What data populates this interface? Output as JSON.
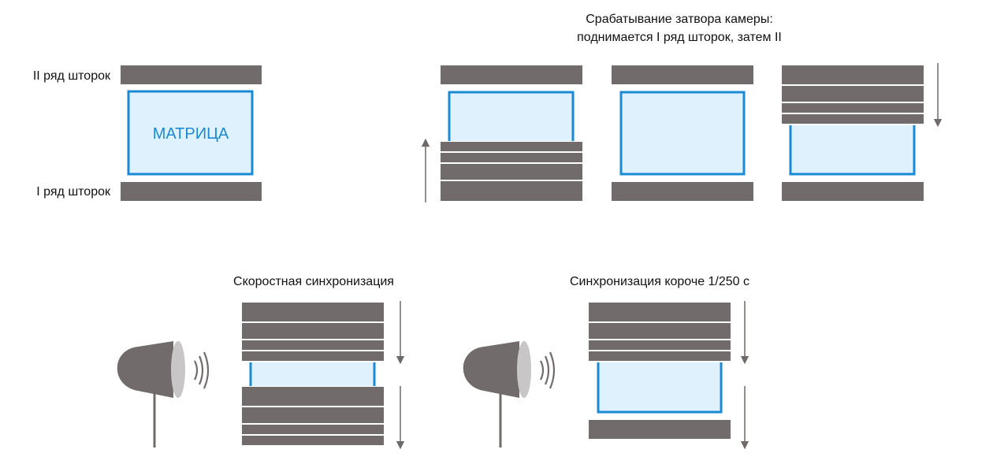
{
  "top": {
    "label_row2": "II ряд шторок",
    "label_row1": "I ряд шторок",
    "matrix_label": "МАТРИЦА",
    "sequence_title_line1": "Срабатывание затвора камеры:",
    "sequence_title_line2": "поднимается I ряд шторок, затем II"
  },
  "bottom": {
    "hss_title": "Скоростная синхронизация",
    "short_sync_title": "Синхронизация короче 1/250 с"
  },
  "colors": {
    "shutter": "#716c6b",
    "sensor_border": "#1a8ad4",
    "sensor_fill": "#dff1fc",
    "matrix_text": "#1a8ad4",
    "arrow": "#6e6a69",
    "flash_body": "#716c6b",
    "flash_lens": "#c8c6c6"
  }
}
